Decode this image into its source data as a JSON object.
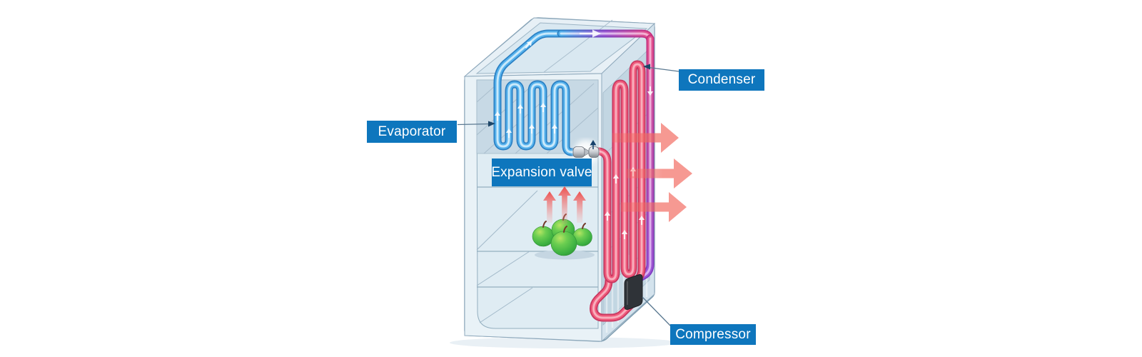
{
  "labels": {
    "evaporator": "Evaporator",
    "condenser": "Condenser",
    "expansion_valve": "Expansion valve",
    "compressor": "Compressor"
  },
  "colors": {
    "label_background": "#0e76bd",
    "label_text": "#ffffff",
    "evaporator_tube": "#57b2ec",
    "condenser_tube": "#ef5b7c",
    "compressed_gas_tube": "#9a58d8",
    "heat_arrows": "#f2695f",
    "cold_air_arrows": "#ee4644",
    "apples": "#3db142",
    "fridge_body": "#dfecf3",
    "compressor_body": "#2f3338"
  }
}
